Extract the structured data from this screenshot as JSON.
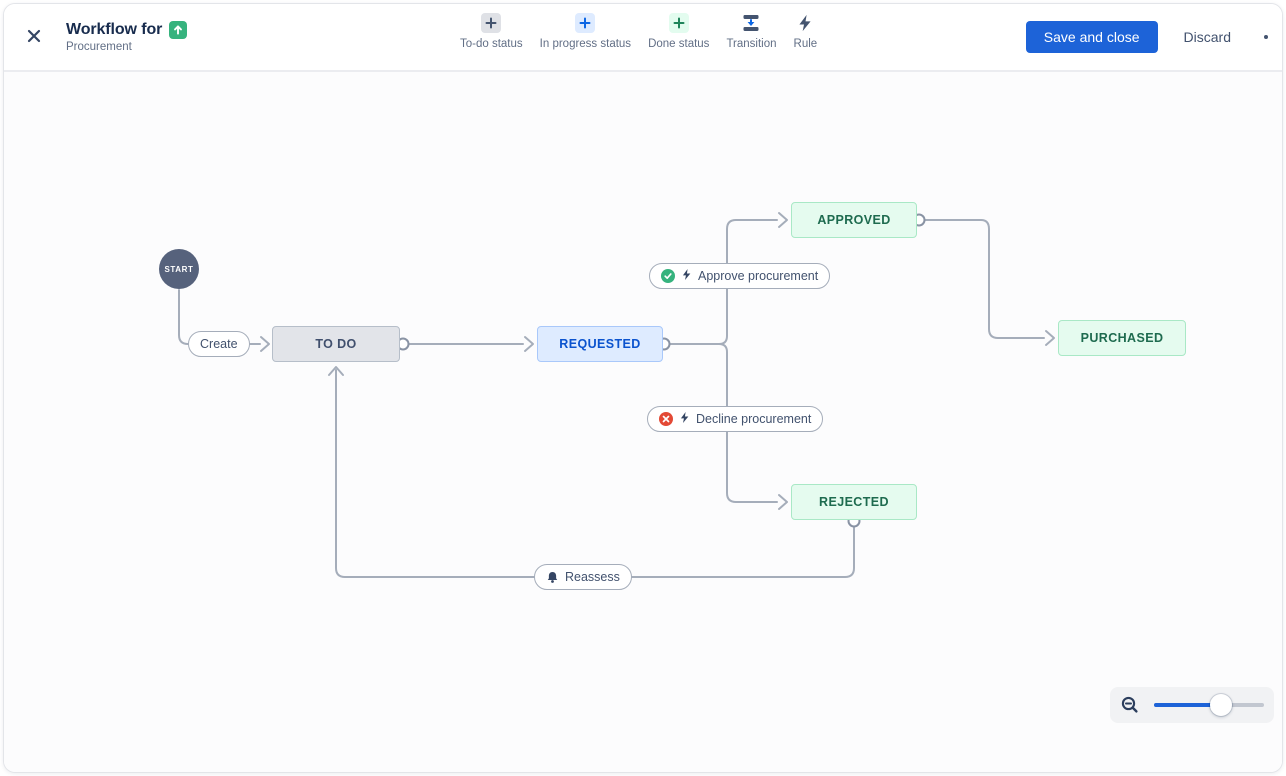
{
  "window": {
    "title": "Workflow for",
    "subtitle": "Procurement"
  },
  "toolbar": {
    "items": [
      {
        "label": "To-do status",
        "icon": "plus-icon-gray"
      },
      {
        "label": "In progress status",
        "icon": "plus-icon-blue"
      },
      {
        "label": "Done status",
        "icon": "plus-icon-green"
      },
      {
        "label": "Transition",
        "icon": "transition-icon"
      },
      {
        "label": "Rule",
        "icon": "lightning-bolt-icon"
      }
    ]
  },
  "actions": {
    "save_label": "Save and close",
    "discard_label": "Discard"
  },
  "diagram": {
    "start_label": "START",
    "statuses": [
      {
        "label": "TO DO",
        "category": "todo"
      },
      {
        "label": "REQUESTED",
        "category": "in-progress"
      },
      {
        "label": "APPROVED",
        "category": "done"
      },
      {
        "label": "PURCHASED",
        "category": "done"
      },
      {
        "label": "REJECTED",
        "category": "done"
      }
    ],
    "transitions": [
      {
        "label": "Create",
        "icon": "none"
      },
      {
        "label": "Approve procurement",
        "icon": "check-circle-and-lightning"
      },
      {
        "label": "Decline procurement",
        "icon": "cross-circle-and-lightning"
      },
      {
        "label": "Reassess",
        "icon": "bell"
      }
    ]
  },
  "icons": {
    "close": "x-mark",
    "workflow_type_badge": "arrow-up-green-square",
    "zoom_out": "magnifier-minus"
  },
  "colors": {
    "accent_blue": "#1d63d8",
    "status_todo_bg": "#e2e4e9",
    "status_inprogress_bg": "#deebff",
    "status_done_bg": "#e5fbef",
    "status_inprogress_text": "#0b53ce",
    "status_done_text": "#1e6b4f",
    "approve_green": "#36b37e",
    "decline_red": "#e34935",
    "connector_gray": "#a5adba",
    "start_node_bg": "#56627c"
  }
}
